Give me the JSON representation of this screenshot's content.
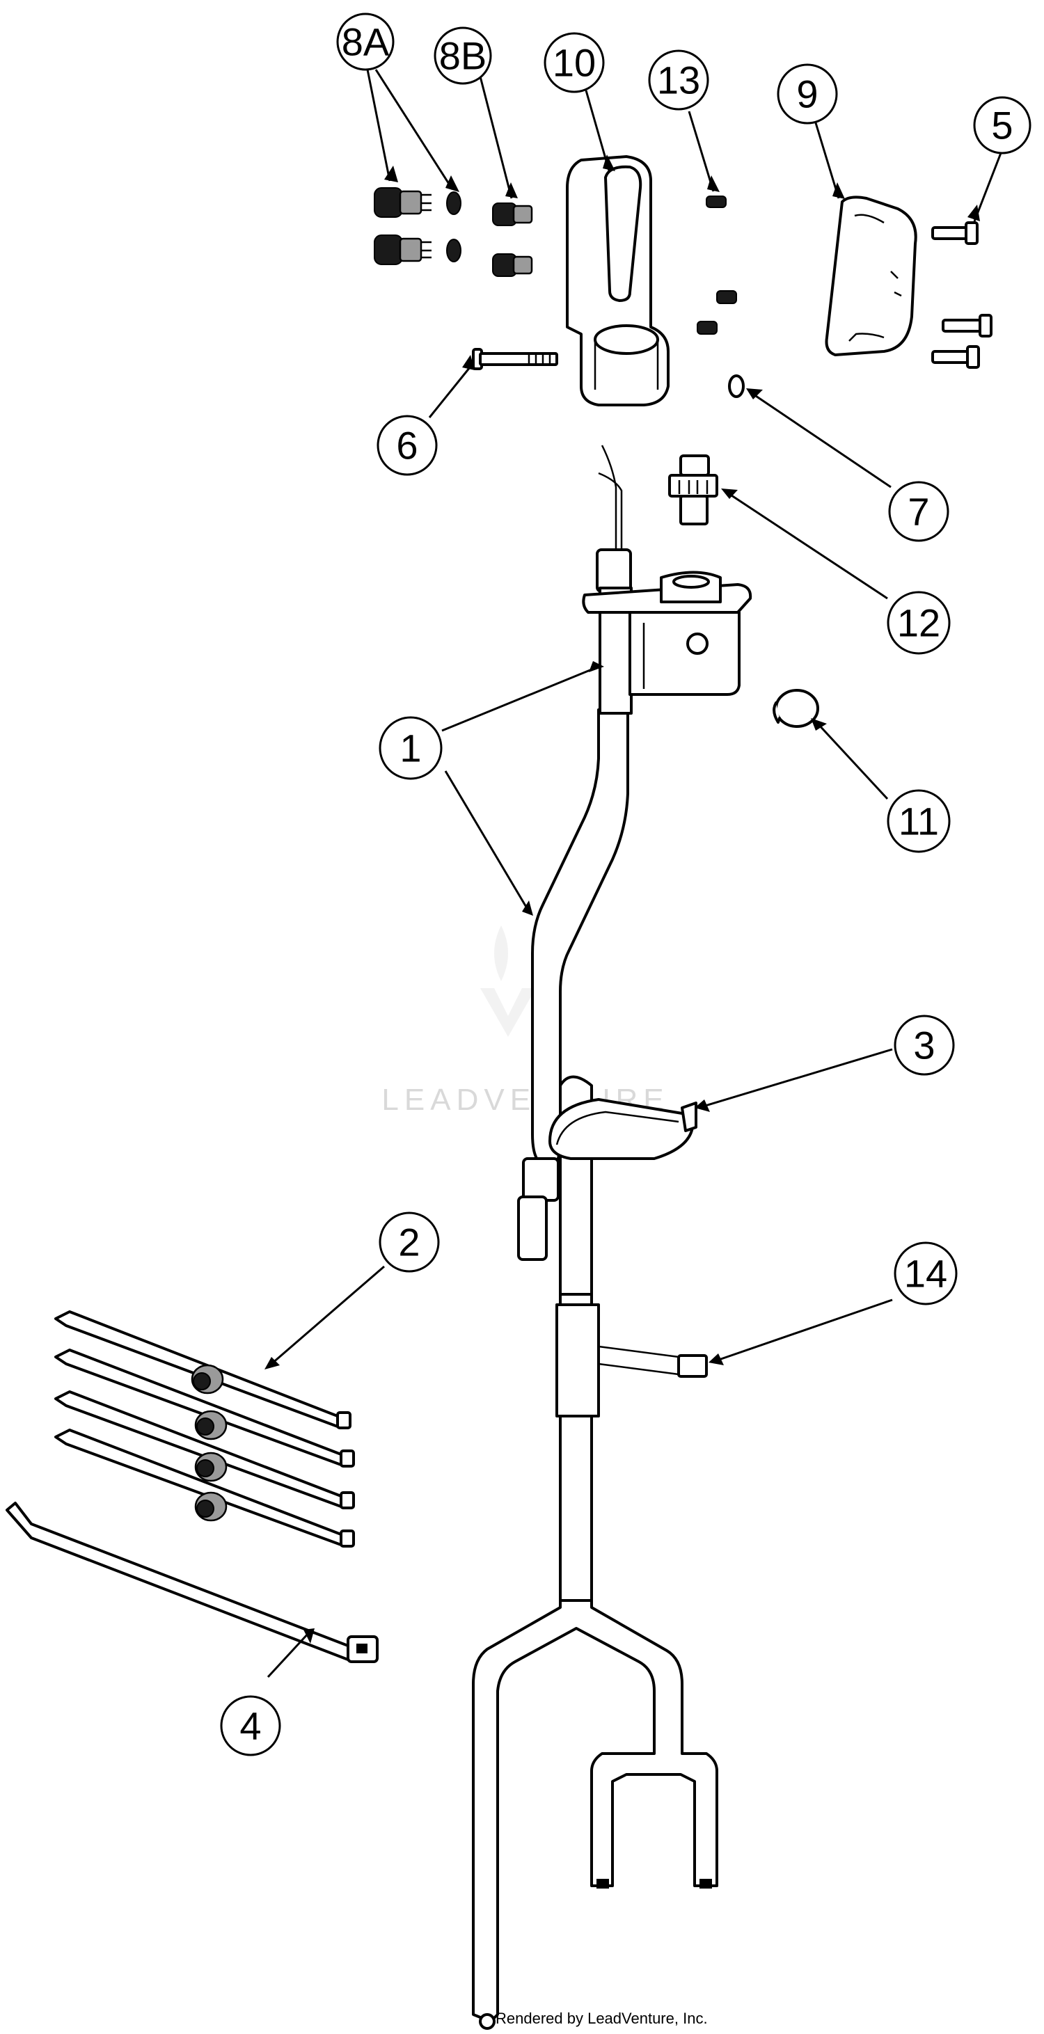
{
  "callouts": [
    {
      "id": "c8a",
      "label": "8A"
    },
    {
      "id": "c8b",
      "label": "8B"
    },
    {
      "id": "c10",
      "label": "10"
    },
    {
      "id": "c13",
      "label": "13"
    },
    {
      "id": "c9",
      "label": "9"
    },
    {
      "id": "c5",
      "label": "5"
    },
    {
      "id": "c6",
      "label": "6"
    },
    {
      "id": "c7",
      "label": "7"
    },
    {
      "id": "c12",
      "label": "12"
    },
    {
      "id": "c1",
      "label": "1"
    },
    {
      "id": "c11",
      "label": "11"
    },
    {
      "id": "c3",
      "label": "3"
    },
    {
      "id": "c2",
      "label": "2"
    },
    {
      "id": "c14",
      "label": "14"
    },
    {
      "id": "c4",
      "label": "4"
    }
  ],
  "watermark": "LEADVENTURE",
  "footer": "Rendered by LeadVenture, Inc.",
  "colors": {
    "line": "#000000",
    "background": "#ffffff",
    "watermark": "#d9d9d9"
  }
}
